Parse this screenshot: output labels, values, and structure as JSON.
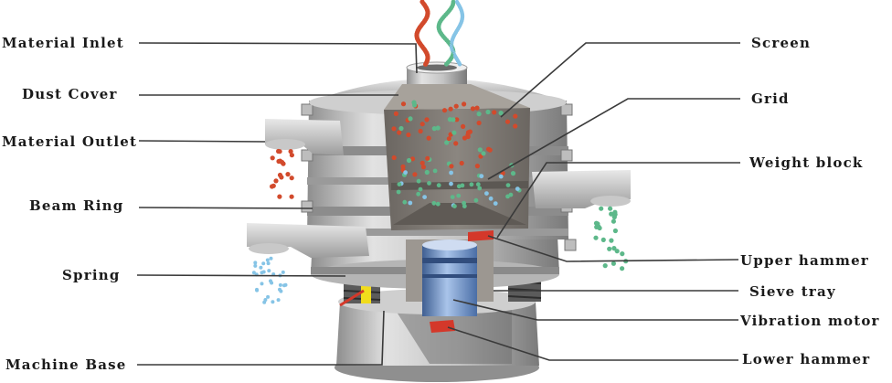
{
  "labels": {
    "left": [
      {
        "id": "material-inlet",
        "text": "Material Inlet"
      },
      {
        "id": "dust-cover",
        "text": "Dust Cover"
      },
      {
        "id": "material-outlet",
        "text": "Material Outlet"
      },
      {
        "id": "beam-ring",
        "text": "Beam Ring"
      },
      {
        "id": "spring",
        "text": "Spring"
      },
      {
        "id": "machine-base",
        "text": "Machine Base"
      }
    ],
    "right": [
      {
        "id": "screen",
        "text": "Screen"
      },
      {
        "id": "grid",
        "text": "Grid"
      },
      {
        "id": "weight-block",
        "text": "Weight block"
      },
      {
        "id": "upper-hammer",
        "text": "Upper hammer"
      },
      {
        "id": "sieve-tray",
        "text": "Sieve tray"
      },
      {
        "id": "vibration-motor",
        "text": "Vibration motor"
      },
      {
        "id": "lower-hammer",
        "text": "Lower hammer"
      }
    ]
  },
  "colors": {
    "leader_line": "#3a3a3a",
    "steel_light": "#dcdcdc",
    "steel_mid": "#a9a9a9",
    "steel_dark": "#6e6e6e",
    "interior": "#7c7873",
    "particle_red": "#d24a2c",
    "particle_green": "#5db88a",
    "particle_blue": "#86c4e6",
    "motor_blue": "#6f93c6",
    "spring_yellow": "#f1dc1c",
    "hammer_red": "#d4382a"
  }
}
